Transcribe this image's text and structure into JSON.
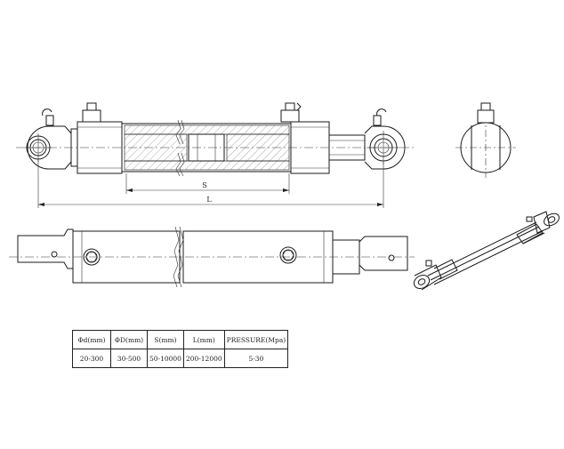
{
  "dimensions": {
    "stroke_label": "S",
    "length_label": "L"
  },
  "spec_table": {
    "headers": [
      "Φd(mm)",
      "ΦD(mm)",
      "S(mm)",
      "L(mm)",
      "PRESSURE(Mpa)"
    ],
    "values": [
      "20-300",
      "30-500",
      "50-10000",
      "200-12000",
      "5-30"
    ]
  }
}
